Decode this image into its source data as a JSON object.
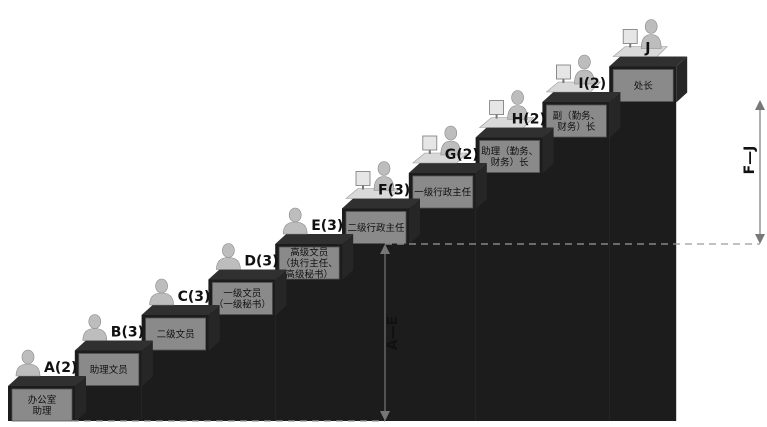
{
  "steps": [
    {
      "key": "A",
      "label": "A(2)",
      "lines": [
        "办公室",
        "助理"
      ],
      "person": "standing"
    },
    {
      "key": "B",
      "label": "B(3)",
      "lines": [
        "助理文员"
      ],
      "person": "standing"
    },
    {
      "key": "C",
      "label": "C(3)",
      "lines": [
        "二级文员"
      ],
      "person": "standing"
    },
    {
      "key": "D",
      "label": "D(3)",
      "lines": [
        "一级文员",
        "（一级秘书）"
      ],
      "person": "standing"
    },
    {
      "key": "E",
      "label": "E(3)",
      "lines": [
        "高级文员",
        "（执行主任、",
        "高级秘书）"
      ],
      "person": "standing"
    },
    {
      "key": "F",
      "label": "F(3)",
      "lines": [
        "二级行政主任"
      ],
      "person": "desk"
    },
    {
      "key": "G",
      "label": "G(2)",
      "lines": [
        "一级行政主任"
      ],
      "person": "desk"
    },
    {
      "key": "H",
      "label": "H(2)",
      "lines": [
        "助理（勤务、",
        "财务）长"
      ],
      "person": "desk"
    },
    {
      "key": "I",
      "label": "I(2)",
      "lines": [
        "副（勤务、",
        "财务）长"
      ],
      "person": "desk"
    },
    {
      "key": "J",
      "label": "J",
      "lines": [
        "处长"
      ],
      "person": "desk"
    }
  ],
  "ranges": {
    "lower": {
      "label": "A—E"
    },
    "upper": {
      "label": "F—J"
    }
  },
  "colors": {
    "step_front": "#8a8a8a",
    "step_top": "#303030",
    "step_side": "#1c1c1c",
    "person": "#bdbdbd",
    "dashed": "#9a9a9a"
  }
}
